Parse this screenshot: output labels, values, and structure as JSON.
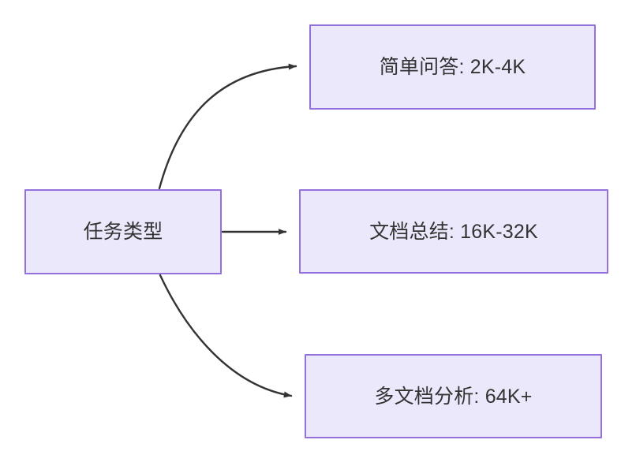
{
  "diagram": {
    "type": "flowchart",
    "direction": "left-to-right",
    "background_color": "#ffffff",
    "node_fill_color": "#ebe8fb",
    "node_border_color": "#9370db",
    "edge_color": "#333333",
    "text_color": "#333333",
    "root": {
      "id": "root",
      "label": "任务类型"
    },
    "branches": [
      {
        "id": "simple-qa",
        "label": "简单问答: 2K-4K",
        "task": "简单问答",
        "context_length": "2K-4K",
        "edge_style": "curved"
      },
      {
        "id": "doc-summary",
        "label": "文档总结: 16K-32K",
        "task": "文档总结",
        "context_length": "16K-32K",
        "edge_style": "straight"
      },
      {
        "id": "multi-doc",
        "label": "多文档分析: 64K+",
        "task": "多文档分析",
        "context_length": "64K+",
        "edge_style": "curved"
      }
    ]
  }
}
